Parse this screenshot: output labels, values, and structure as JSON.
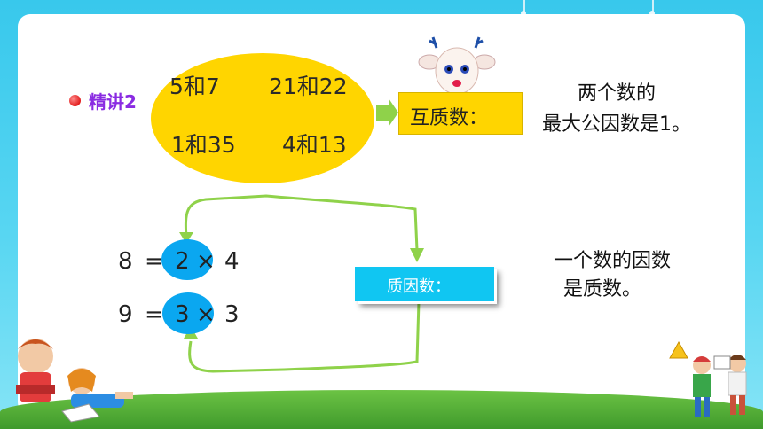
{
  "section": {
    "label": "精讲2"
  },
  "coprime": {
    "pairs": [
      "5和7",
      "21和22",
      "1和35",
      "4和13"
    ],
    "term": "互质数：",
    "definition_line1": "两个数的",
    "definition_line2": "最大公因数是1。"
  },
  "prime_factor": {
    "eq1": {
      "left": "8",
      "eq": "=",
      "factor_a": "2",
      "times": "×",
      "factor_b": "4"
    },
    "eq2": {
      "left": "9",
      "eq": "=",
      "factor_a": "3",
      "times": "×",
      "factor_b": "3"
    },
    "term": "质因数：",
    "definition_line1": "一个数的因数",
    "definition_line2": "是质数。"
  },
  "colors": {
    "ellipse": "#ffd500",
    "term_box": "#ffd500",
    "oval": "#0aa7f0",
    "prime_box": "#10c6f2",
    "arrow": "#8fd24a",
    "section_label": "#8a2be2",
    "bullet": "#e21d1d",
    "background": "#38c8ec"
  },
  "decorations": [
    "deer-head-icon",
    "children-reading-illustration",
    "children-playing-illustration"
  ]
}
